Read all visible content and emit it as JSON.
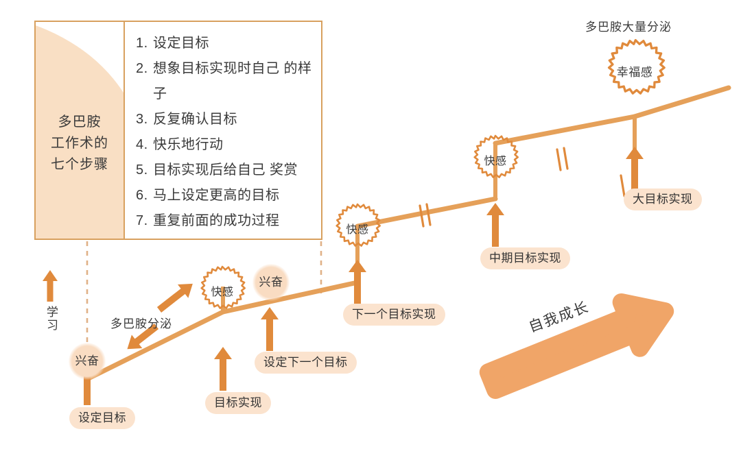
{
  "panel": {
    "title": "多巴胺\n工作术的\n七个步骤",
    "steps": [
      {
        "num": "1.",
        "text": "设定目标"
      },
      {
        "num": "2.",
        "text": "想象目标实现时自己\n的样子"
      },
      {
        "num": "3.",
        "text": "反复确认目标"
      },
      {
        "num": "4.",
        "text": "快乐地行动"
      },
      {
        "num": "5.",
        "text": "目标实现后给自己\n奖赏"
      },
      {
        "num": "6.",
        "text": "马上设定更高的目标"
      },
      {
        "num": "7.",
        "text": "重复前面的成功过程"
      }
    ]
  },
  "labels": {
    "set_goal": "设定目标",
    "goal_achieved": "目标实现",
    "set_next_goal": "设定下一个目标",
    "next_goal_achieved": "下一个目标实现",
    "mid_goal_achieved": "中期目标实现",
    "big_goal_achieved": "大目标实现"
  },
  "states": {
    "excited_1": "兴奋",
    "excited_2": "兴奋",
    "pleasure_1": "快感",
    "pleasure_2": "快感",
    "pleasure_3": "快感",
    "happiness": "幸福感"
  },
  "annotations": {
    "learning": "学习",
    "dopamine_secretion": "多巴胺分泌",
    "dopamine_massive": "多巴胺大量分泌",
    "self_growth": "自我成长"
  },
  "colors": {
    "line": "#E08A3C",
    "line_light": "#E5A059",
    "panel_border": "#D8A05E",
    "panel_fill": "#F9DFC4",
    "pill_fill": "#FBE3CE",
    "arrow_big": "#F0A568",
    "text": "#3A3A3A",
    "dash": "#E0B187",
    "background": "#FFFFFF"
  }
}
